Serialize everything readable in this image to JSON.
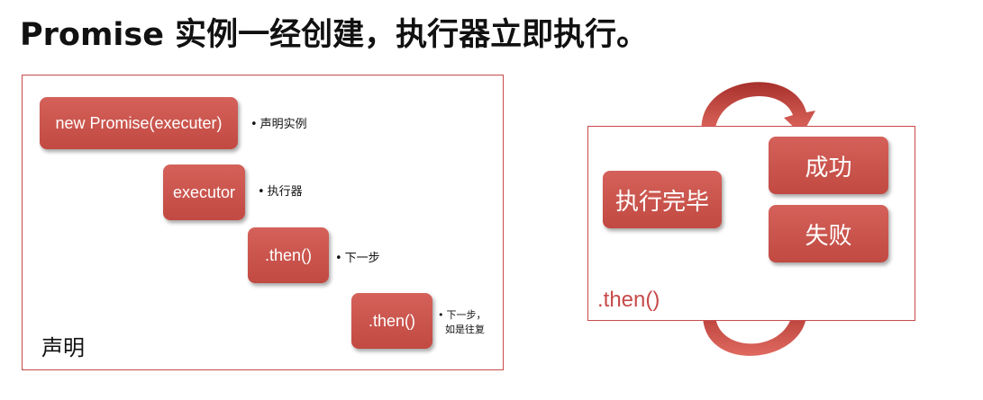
{
  "title": "Promise 实例一经创建，执行器立即执行。",
  "left": {
    "steps": [
      {
        "label": "new Promise(executer)",
        "note": "声明实例"
      },
      {
        "label": "executor",
        "note": "执行器"
      },
      {
        "label": ".then()",
        "note": "下一步"
      },
      {
        "label": ".then()",
        "note": "下一步，",
        "note2": "如是往复"
      }
    ],
    "declare_label": "声明"
  },
  "right": {
    "exec_label": "执行完毕",
    "success_label": "成功",
    "fail_label": "失败",
    "then_label": ".then()"
  },
  "colors": {
    "box": "#c84a4a",
    "arrow_light": "#e8bcbc",
    "border": "#c84a4a"
  }
}
